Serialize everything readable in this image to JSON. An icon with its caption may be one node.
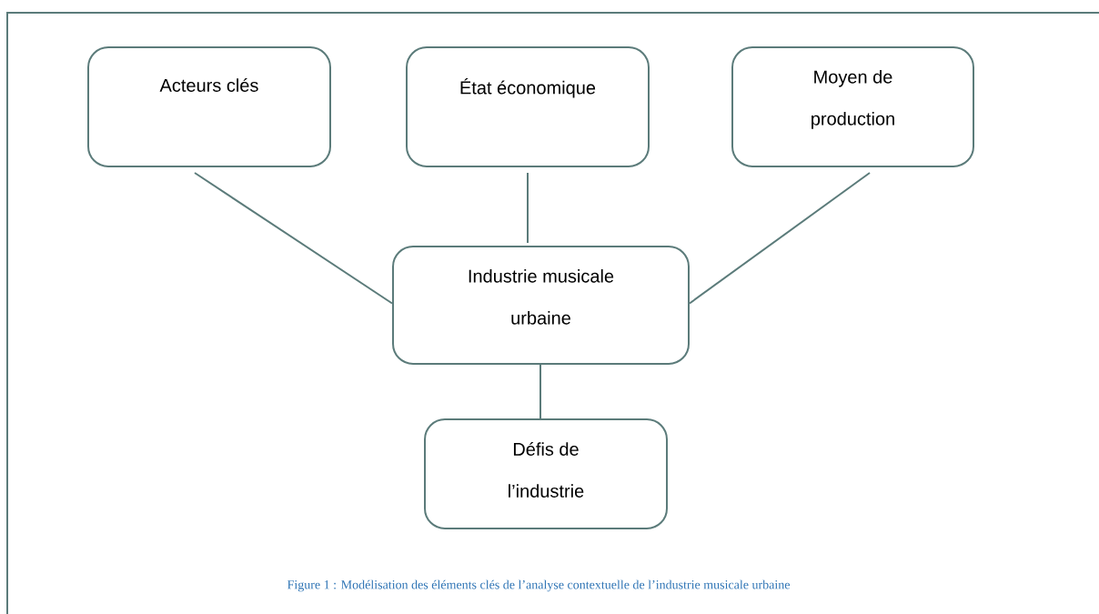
{
  "diagram": {
    "caption": "Figure 1 : Modélisation des éléments clés de l’analyse contextuelle de l’industrie musicale urbaine",
    "nodes": [
      {
        "text": [
          "Acteurs clés"
        ]
      },
      {
        "text": [
          "État économique"
        ]
      },
      {
        "text": [
          "Moyen de production"
        ]
      },
      {
        "text": [
          "Industrie musicale urbaine"
        ]
      },
      {
        "text": [
          "Défis de l’industrie"
        ]
      }
    ],
    "edges": [
      {
        "from": 0,
        "to": 3,
        "arrow": "none"
      },
      {
        "from": 1,
        "to": 3,
        "arrow": "none"
      },
      {
        "from": 2,
        "to": 3,
        "arrow": "none"
      },
      {
        "from": 3,
        "to": 4,
        "arrow": "none"
      }
    ]
  }
}
